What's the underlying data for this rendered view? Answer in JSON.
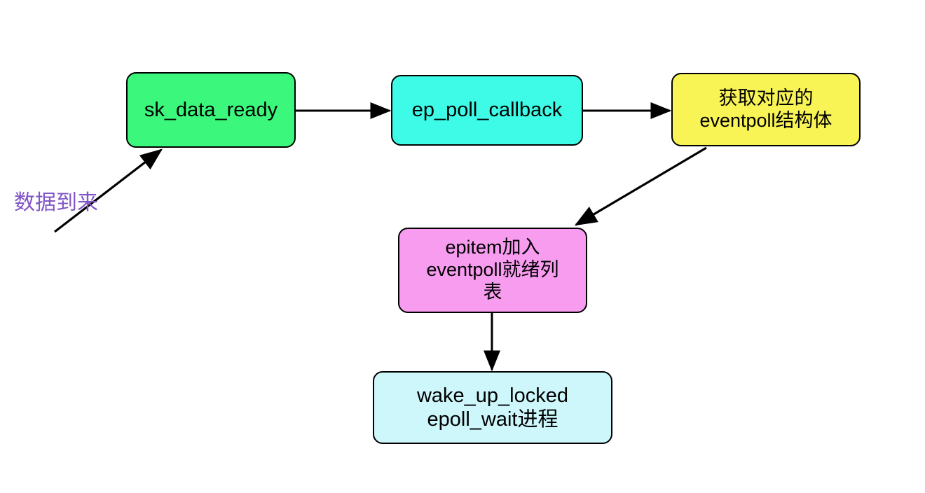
{
  "diagram": {
    "type": "flowchart",
    "background": "#ffffff",
    "edge_color": "#000000",
    "nodes": [
      {
        "id": "sk-data-ready",
        "label": "sk_data_ready",
        "color": "#3bf87c",
        "shape": "rounded-rect"
      },
      {
        "id": "ep-poll-callback",
        "label": "ep_poll_callback",
        "color": "#3dfbe6",
        "shape": "rounded-rect"
      },
      {
        "id": "get-eventpoll",
        "label": "获取对应的\neventpoll结构体",
        "color": "#f8f455",
        "shape": "rounded-rect"
      },
      {
        "id": "epitem-ready-list",
        "label": "epitem加入\neventpoll就绪列\n表",
        "color": "#f89cf0",
        "shape": "rounded-rect"
      },
      {
        "id": "wake-up-locked",
        "label": "wake_up_locked\nepoll_wait进程",
        "color": "#cdf7fb",
        "shape": "rounded-rect"
      }
    ],
    "edges": [
      {
        "from": "data-arrives-label",
        "to": "sk-data-ready",
        "style": "solid-arrow"
      },
      {
        "from": "sk-data-ready",
        "to": "ep-poll-callback",
        "style": "solid-arrow"
      },
      {
        "from": "ep-poll-callback",
        "to": "get-eventpoll",
        "style": "solid-arrow"
      },
      {
        "from": "get-eventpoll",
        "to": "epitem-ready-list",
        "style": "solid-arrow"
      },
      {
        "from": "epitem-ready-list",
        "to": "wake-up-locked",
        "style": "solid-arrow"
      }
    ],
    "annotations": [
      {
        "id": "data-arrives",
        "text": "数据到来",
        "color": "#8055c6"
      }
    ]
  }
}
